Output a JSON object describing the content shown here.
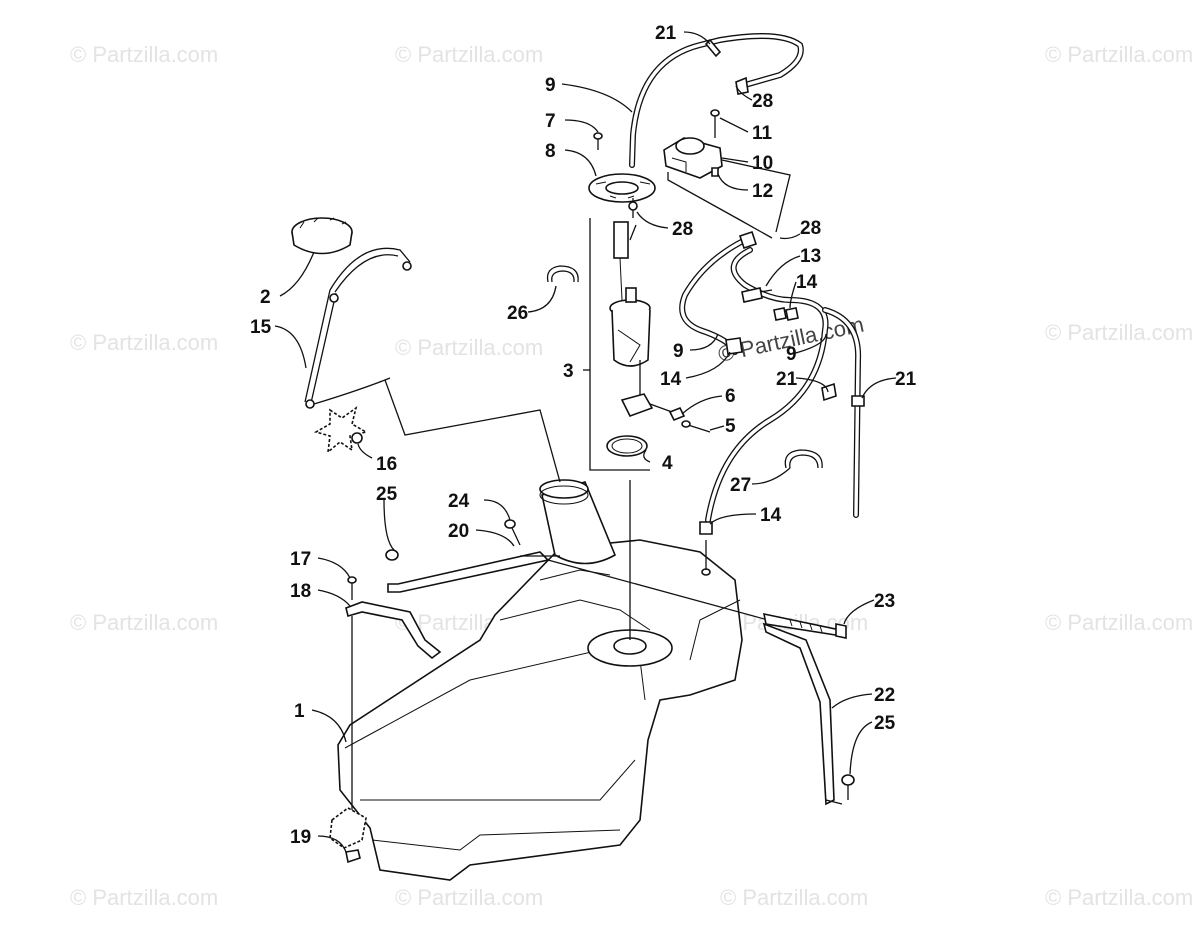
{
  "watermark": "© Partzilla.com",
  "callouts": [
    {
      "id": "c21a",
      "text": "21"
    },
    {
      "id": "c9a",
      "text": "9"
    },
    {
      "id": "c28a",
      "text": "28"
    },
    {
      "id": "c7",
      "text": "7"
    },
    {
      "id": "c11",
      "text": "11"
    },
    {
      "id": "c8",
      "text": "8"
    },
    {
      "id": "c10",
      "text": "10"
    },
    {
      "id": "c12",
      "text": "12"
    },
    {
      "id": "c28b",
      "text": "28"
    },
    {
      "id": "c28c",
      "text": "28"
    },
    {
      "id": "c13",
      "text": "13"
    },
    {
      "id": "c14a",
      "text": "14"
    },
    {
      "id": "c2",
      "text": "2"
    },
    {
      "id": "c15",
      "text": "15"
    },
    {
      "id": "c26",
      "text": "26"
    },
    {
      "id": "c9b",
      "text": "9"
    },
    {
      "id": "c9c",
      "text": "9"
    },
    {
      "id": "c3",
      "text": "3"
    },
    {
      "id": "c14b",
      "text": "14"
    },
    {
      "id": "c21b",
      "text": "21"
    },
    {
      "id": "c21c",
      "text": "21"
    },
    {
      "id": "c6",
      "text": "6"
    },
    {
      "id": "c5",
      "text": "5"
    },
    {
      "id": "c16",
      "text": "16"
    },
    {
      "id": "c4",
      "text": "4"
    },
    {
      "id": "c25a",
      "text": "25"
    },
    {
      "id": "c27",
      "text": "27"
    },
    {
      "id": "c24",
      "text": "24"
    },
    {
      "id": "c14c",
      "text": "14"
    },
    {
      "id": "c20",
      "text": "20"
    },
    {
      "id": "c17",
      "text": "17"
    },
    {
      "id": "c18",
      "text": "18"
    },
    {
      "id": "c23",
      "text": "23"
    },
    {
      "id": "c1",
      "text": "1"
    },
    {
      "id": "c22",
      "text": "22"
    },
    {
      "id": "c25b",
      "text": "25"
    },
    {
      "id": "c19",
      "text": "19"
    }
  ]
}
